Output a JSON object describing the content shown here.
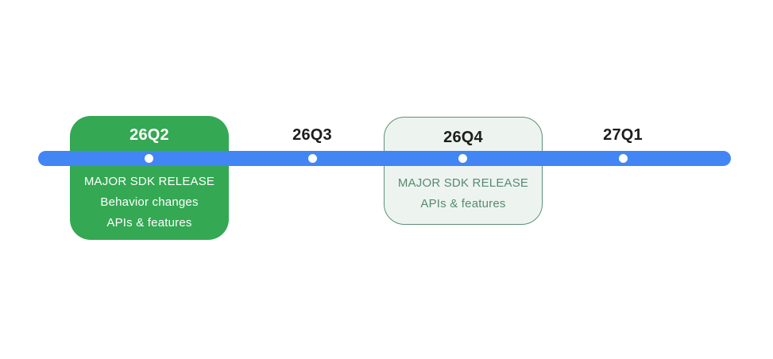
{
  "timeline": {
    "bar_color": "#4285F4",
    "dot_color": "#FFFFFF",
    "milestones": [
      {
        "quarter": "26Q2",
        "card_type": "filled",
        "card_color": "#34A853",
        "text_color": "#FFFFFF",
        "lines": [
          "MAJOR SDK RELEASE",
          "Behavior changes",
          "APIs & features"
        ]
      },
      {
        "quarter": "26Q3",
        "card_type": "none",
        "lines": []
      },
      {
        "quarter": "26Q4",
        "card_type": "outlined",
        "card_color": "#EDF4EF",
        "border_color": "#5E8F77",
        "text_color": "#578A70",
        "title_color": "#1E1E1E",
        "lines": [
          "MAJOR SDK RELEASE",
          "APIs & features"
        ]
      },
      {
        "quarter": "27Q1",
        "card_type": "none",
        "lines": []
      }
    ]
  }
}
